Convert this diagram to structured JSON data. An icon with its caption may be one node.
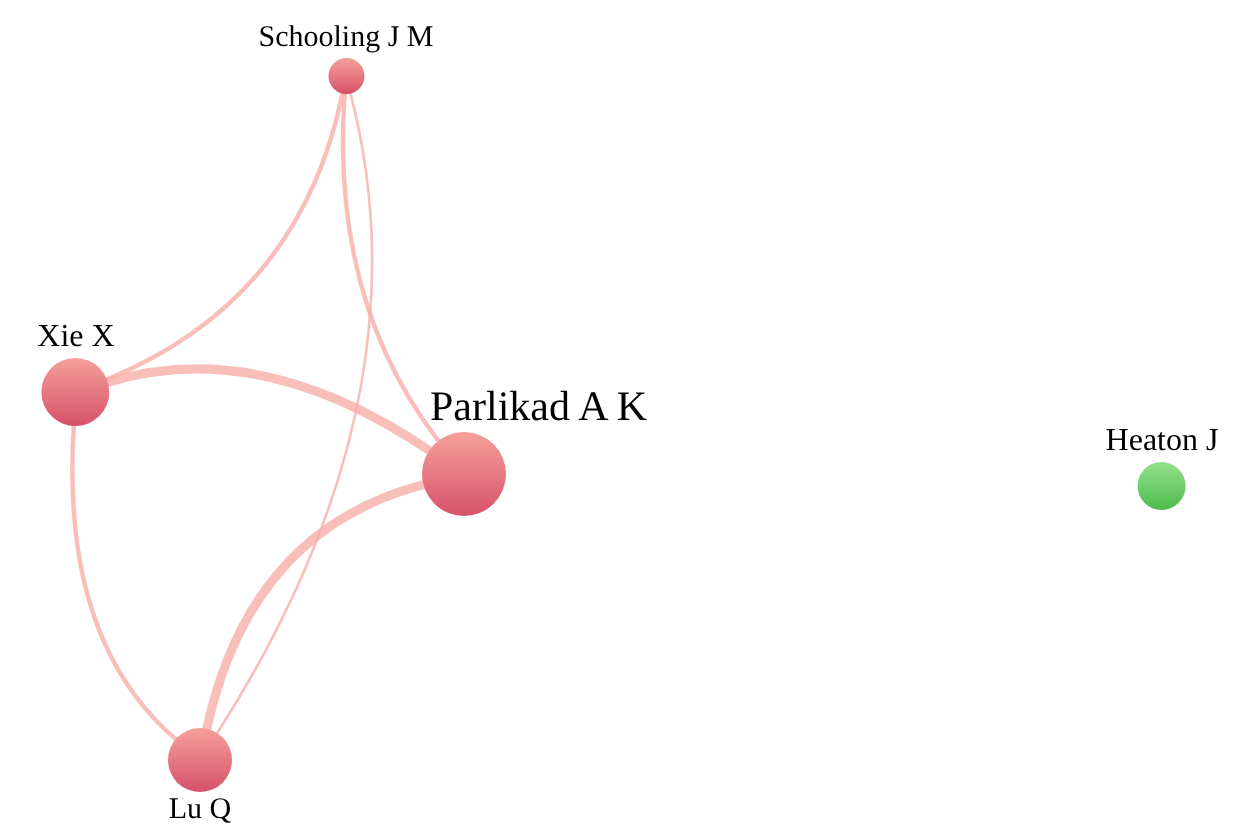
{
  "diagram": {
    "nodes": [
      {
        "text": [
          "Schooling J M"
        ]
      },
      {
        "text": [
          "Xie X"
        ]
      },
      {
        "text": [
          "Parlikad A K"
        ]
      },
      {
        "text": [
          "Lu Q"
        ]
      },
      {
        "text": [
          "Heaton J"
        ]
      }
    ],
    "edges": [
      {
        "from": 0,
        "to": 1,
        "arrow": "none"
      },
      {
        "from": 0,
        "to": 2,
        "arrow": "none"
      },
      {
        "from": 0,
        "to": 3,
        "arrow": "none"
      },
      {
        "from": 1,
        "to": 2,
        "arrow": "none",
        "style": "thick"
      },
      {
        "from": 1,
        "to": 3,
        "arrow": "none"
      },
      {
        "from": 2,
        "to": 3,
        "arrow": "none",
        "style": "thick"
      }
    ]
  }
}
